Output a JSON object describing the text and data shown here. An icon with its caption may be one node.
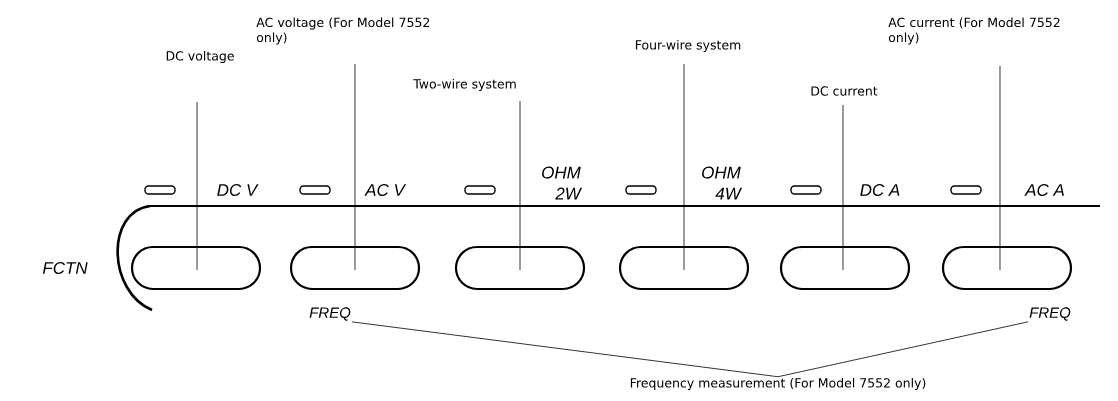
{
  "diagram": {
    "nodes": [
      {
        "text": [
          "DC voltage"
        ]
      },
      {
        "text": [
          "AC voltage (For Model 7552 only)"
        ]
      },
      {
        "text": [
          "Two-wire system"
        ]
      },
      {
        "text": [
          "Four-wire system"
        ]
      },
      {
        "text": [
          "DC current"
        ]
      },
      {
        "text": [
          "AC current (For Model 7552 only)"
        ]
      },
      {
        "text": [],
        "shape": "box"
      },
      {
        "text": [],
        "shape": "box"
      },
      {
        "text": [],
        "shape": "box"
      },
      {
        "text": [],
        "shape": "box"
      },
      {
        "text": [],
        "shape": "box"
      },
      {
        "text": [],
        "shape": "box"
      },
      {
        "text": [
          "FREQ"
        ]
      },
      {
        "text": [
          "FREQ"
        ]
      },
      {
        "text": [
          "Frequency measurement (For Model 7552 only)"
        ]
      }
    ],
    "edges": [
      {
        "from": 0,
        "to": 6,
        "arrow": "none"
      },
      {
        "from": 1,
        "to": 7,
        "arrow": "none"
      },
      {
        "from": 2,
        "to": 8,
        "arrow": "none"
      },
      {
        "from": 3,
        "to": 9,
        "arrow": "none"
      },
      {
        "from": 4,
        "to": 10,
        "arrow": "none"
      },
      {
        "from": 5,
        "to": 11,
        "arrow": "none"
      },
      {
        "from": 14,
        "to": 12,
        "arrow": "none"
      },
      {
        "from": 14,
        "to": 13,
        "arrow": "none"
      }
    ],
    "labels": [
      "DC V",
      "AC V",
      "OHM 2W",
      "OHM 4W",
      "DC A",
      "AC A",
      "FCTN"
    ]
  }
}
